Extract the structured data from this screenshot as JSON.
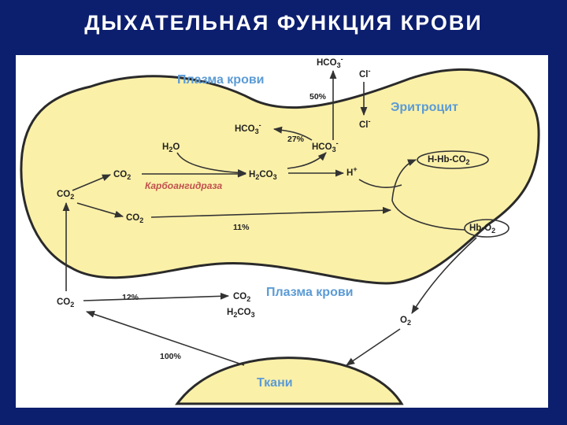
{
  "title": "ДЫХАТЕЛЬНАЯ ФУНКЦИЯ КРОВИ",
  "zones": {
    "plasma_top": "Плазма крови",
    "erythrocyte": "Эритроцит",
    "plasma_bottom": "Плазма крови",
    "tissues": "Ткани"
  },
  "enzyme": "Карбоангидраза",
  "species": {
    "hco3": "HCO",
    "co2": "CO",
    "h2o_h": "H",
    "h2o_o": "O",
    "h2co3_h": "H",
    "h2co3_co": "CO",
    "h_plus": "H",
    "cl": "Cl",
    "hhbco2_a": "H-Hb-CO",
    "hbo2_a": "Hb-O",
    "o2": "O",
    "sub2": "2",
    "sub3": "3",
    "sup_minus": "-",
    "sup_plus": "+"
  },
  "percentages": {
    "p50": "50%",
    "p27": "27%",
    "p11": "11%",
    "p12": "12%",
    "p100": "100%"
  },
  "colors": {
    "background": "#0c1e6e",
    "panel": "#ffffff",
    "cell_fill": "#fbf0a8",
    "outline": "#2a2a2a",
    "zone_text": "#5b9bd5",
    "enzyme_text": "#c0504d"
  }
}
